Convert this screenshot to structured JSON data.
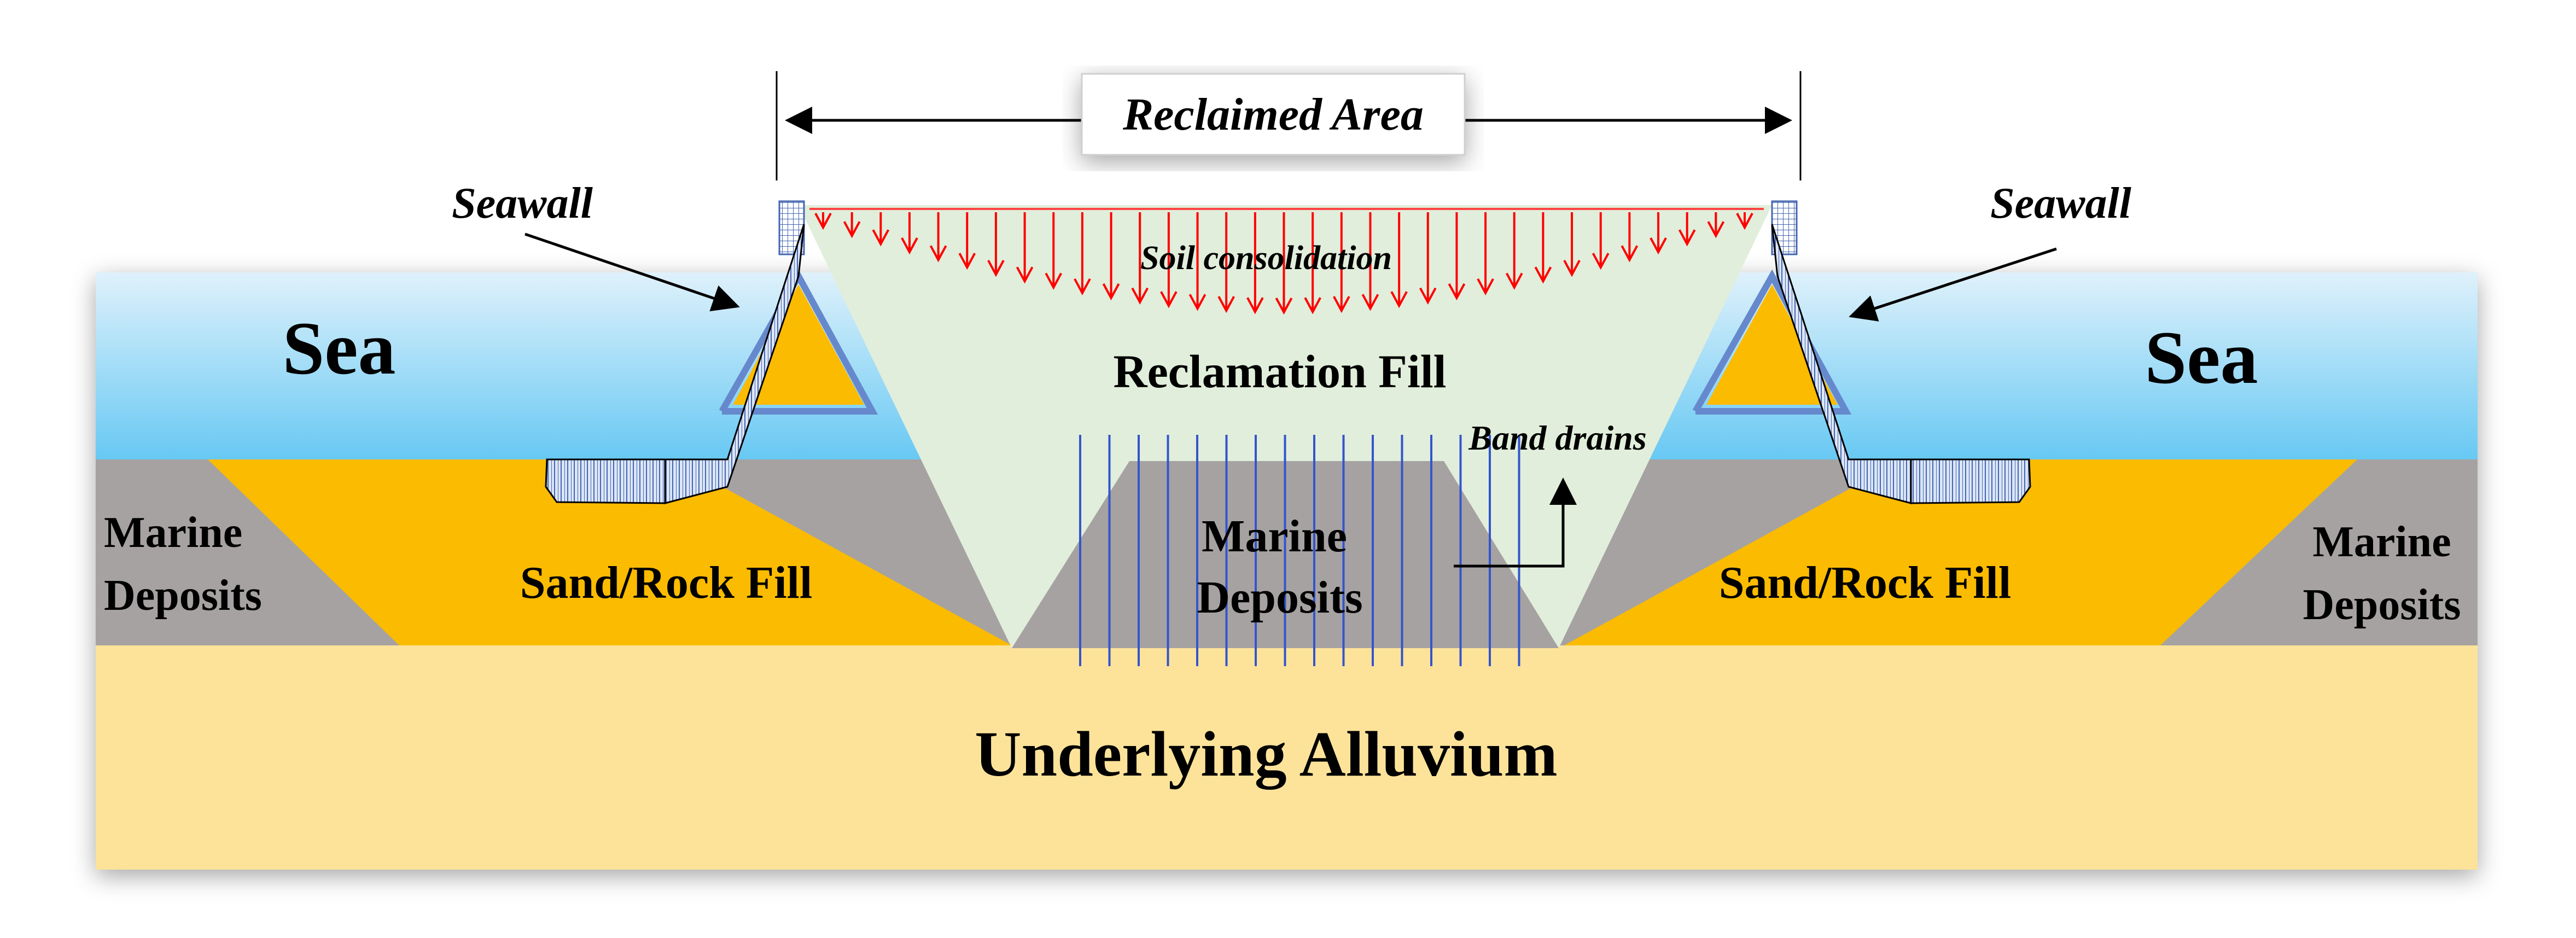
{
  "labels": {
    "reclaimed_area": "Reclaimed Area",
    "seawall_left": "Seawall",
    "seawall_right": "Seawall",
    "sea_left": "Sea",
    "sea_right": "Sea",
    "soil_consolidation": "Soil consolidation",
    "reclamation_fill": "Reclamation Fill",
    "band_drains": "Band drains",
    "marine_deposits_left_line1": "Marine",
    "marine_deposits_left_line2": "Deposits",
    "marine_deposits_center_line1": "Marine",
    "marine_deposits_center_line2": "Deposits",
    "marine_deposits_right_line1": "Marine",
    "marine_deposits_right_line2": "Deposits",
    "sand_rock_fill_left": "Sand/Rock Fill",
    "sand_rock_fill_right": "Sand/Rock Fill",
    "underlying_alluvium": "Underlying Alluvium"
  },
  "colors": {
    "sea_top": "#dff1fb",
    "sea_bottom": "#66c8f3",
    "marine_deposits": "#a6a2a2",
    "sand_rock_fill": "#fbbb00",
    "alluvium": "#fde39a",
    "reclamation_fill": "#e1eedb",
    "consolidation_arrows": "#ff0000",
    "band_drains": "#3355cc",
    "seawall_fill": "#dbe5f7",
    "seawall_stroke": "#4466b0"
  }
}
